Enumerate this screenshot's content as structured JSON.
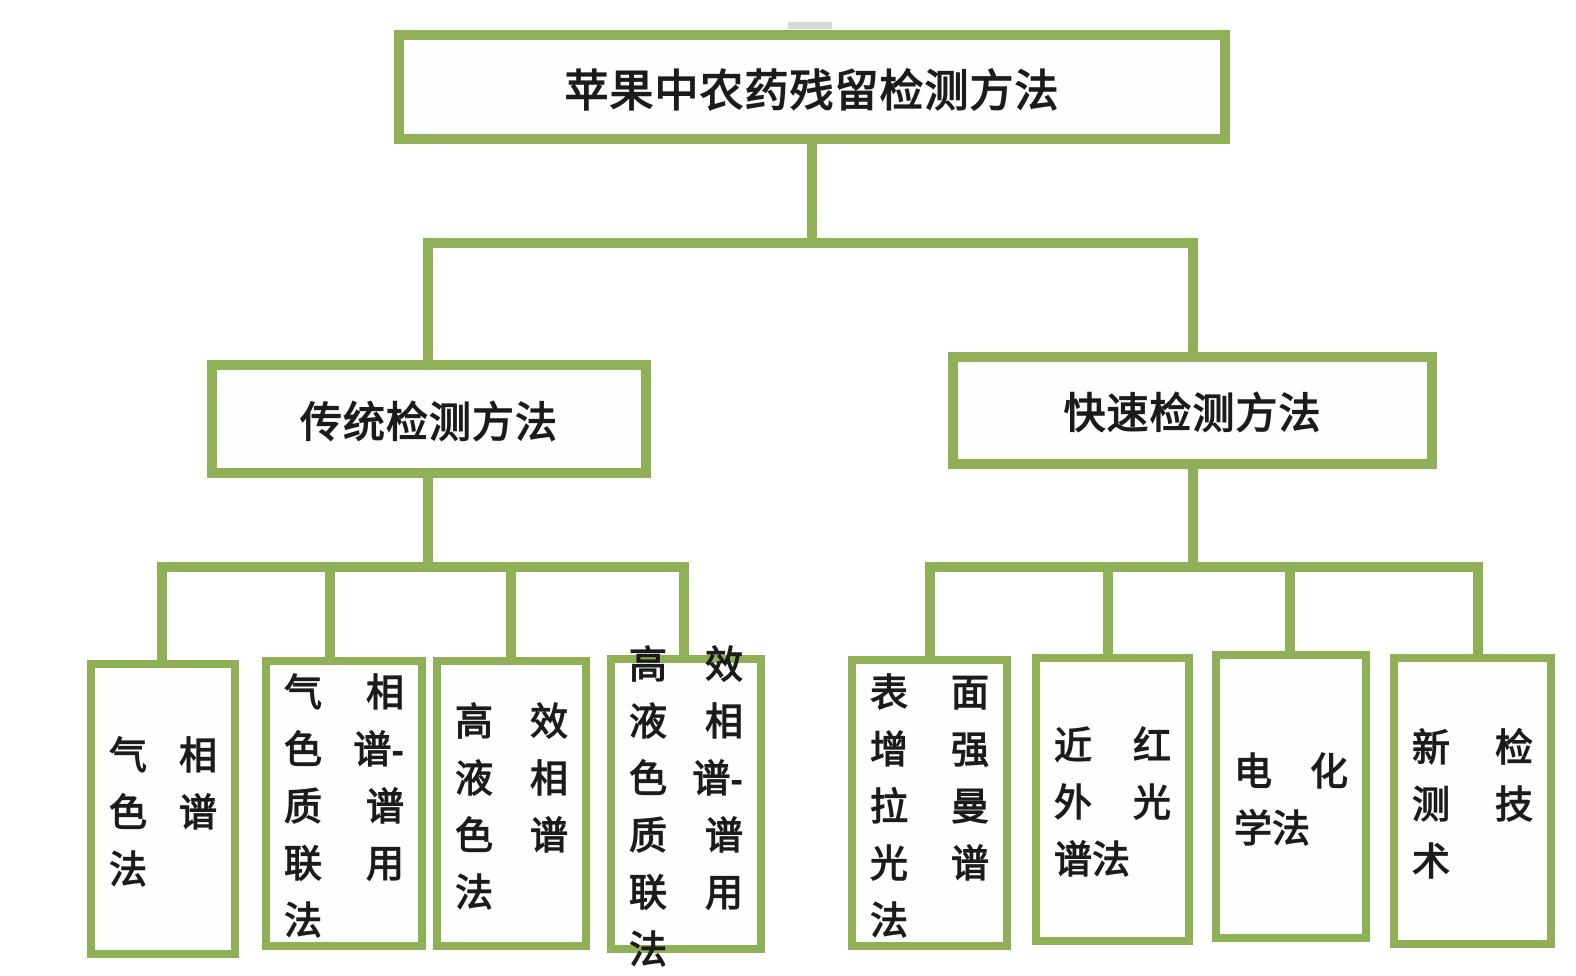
{
  "colors": {
    "line": "#8FB056",
    "box-border": "#8FB056",
    "text": "#1b1b1b",
    "artifact": "#d9d9d9",
    "background": "#ffffff"
  },
  "diagram": {
    "type": "flowchart-tree",
    "root": {
      "label": "苹果中农药残留检测方法"
    },
    "branches": [
      {
        "label": "传统检测方法",
        "children": [
          {
            "label": "气相色谱法",
            "lines": [
              [
                "气",
                "相"
              ],
              [
                "色",
                "谱"
              ],
              [
                "法"
              ]
            ]
          },
          {
            "label": "气相色谱-质谱联用法",
            "lines": [
              [
                "气",
                "相"
              ],
              [
                "色",
                "谱-"
              ],
              [
                "质",
                "谱"
              ],
              [
                "联",
                "用"
              ],
              [
                "法"
              ]
            ]
          },
          {
            "label": "高效液相色谱法",
            "lines": [
              [
                "高",
                "效"
              ],
              [
                "液",
                "相"
              ],
              [
                "色",
                "谱"
              ],
              [
                "法"
              ]
            ]
          },
          {
            "label": "高效液相色谱-质谱联用法",
            "lines": [
              [
                "高",
                "效"
              ],
              [
                "液",
                "相"
              ],
              [
                "色",
                "谱-"
              ],
              [
                "质",
                "谱"
              ],
              [
                "联",
                "用"
              ],
              [
                "法"
              ]
            ]
          }
        ]
      },
      {
        "label": "快速检测方法",
        "children": [
          {
            "label": "表面增强拉曼光谱法",
            "lines": [
              [
                "表",
                "面"
              ],
              [
                "增",
                "强"
              ],
              [
                "拉",
                "曼"
              ],
              [
                "光",
                "谱"
              ],
              [
                "法"
              ]
            ]
          },
          {
            "label": "近红外光谱法",
            "lines": [
              [
                "近",
                "红"
              ],
              [
                "外",
                "光"
              ],
              [
                "谱法"
              ]
            ]
          },
          {
            "label": "电化学法",
            "lines": [
              [
                "电",
                "化"
              ],
              [
                "学法"
              ]
            ]
          },
          {
            "label": "新检测技术",
            "lines": [
              [
                "新",
                "检"
              ],
              [
                "测",
                "技"
              ],
              [
                "术"
              ]
            ]
          }
        ]
      }
    ]
  }
}
